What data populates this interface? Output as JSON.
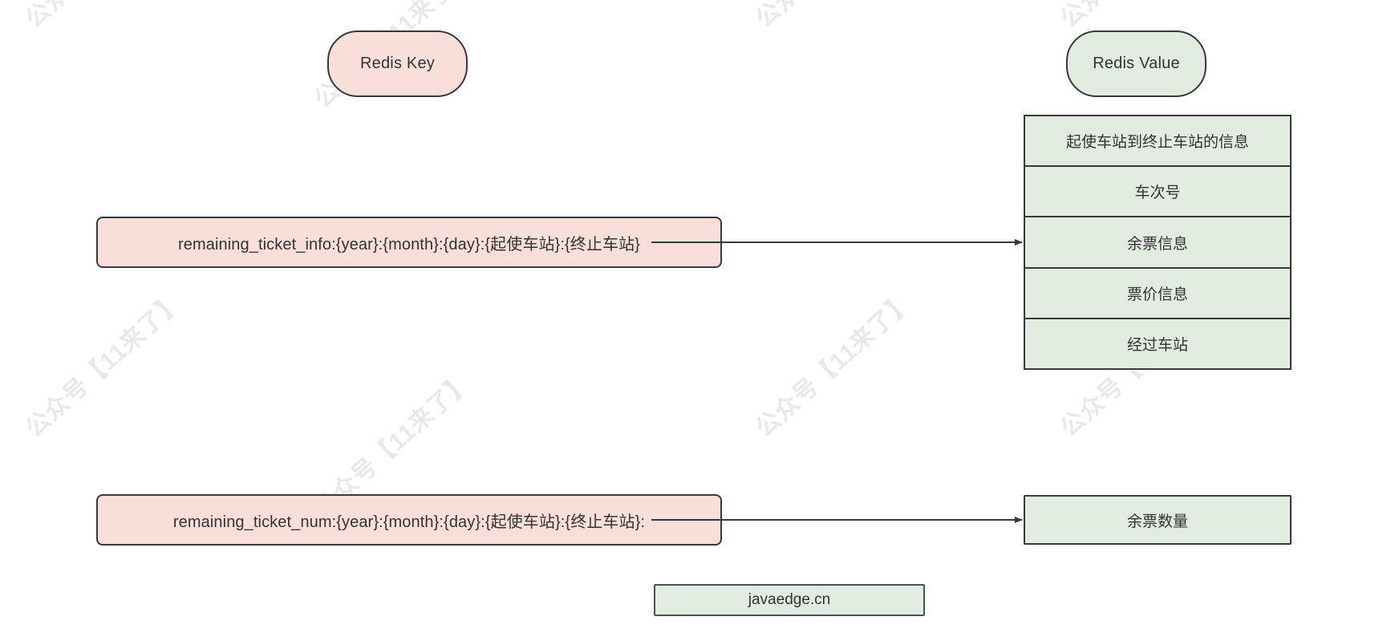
{
  "diagram": {
    "title_nodes": {
      "key_title": "Redis Key",
      "value_title": "Redis Value"
    },
    "keys": [
      {
        "id": "remaining-ticket-info-key",
        "label": "remaining_ticket_info:{year}:{month}:{day}:{起使车站}:{终止车站}"
      },
      {
        "id": "remaining-ticket-num-key",
        "label": "remaining_ticket_num:{year}:{month}:{day}:{起使车站}:{终止车站}:"
      }
    ],
    "value_table": {
      "rows": [
        "起使车站到终止车站的信息",
        "车次号",
        "余票信息",
        "票价信息",
        "经过车站"
      ]
    },
    "value_box": {
      "label": "余票数量"
    },
    "footer": {
      "label": "javaedge.cn"
    },
    "watermark": {
      "text": "公众号【11来了】"
    },
    "colors": {
      "key_fill": "#f9dfd9",
      "value_fill": "#e2ebe0",
      "stroke": "#36393d",
      "text": "#333333",
      "watermark": "#e9e9e9",
      "background": "#ffffff"
    }
  }
}
